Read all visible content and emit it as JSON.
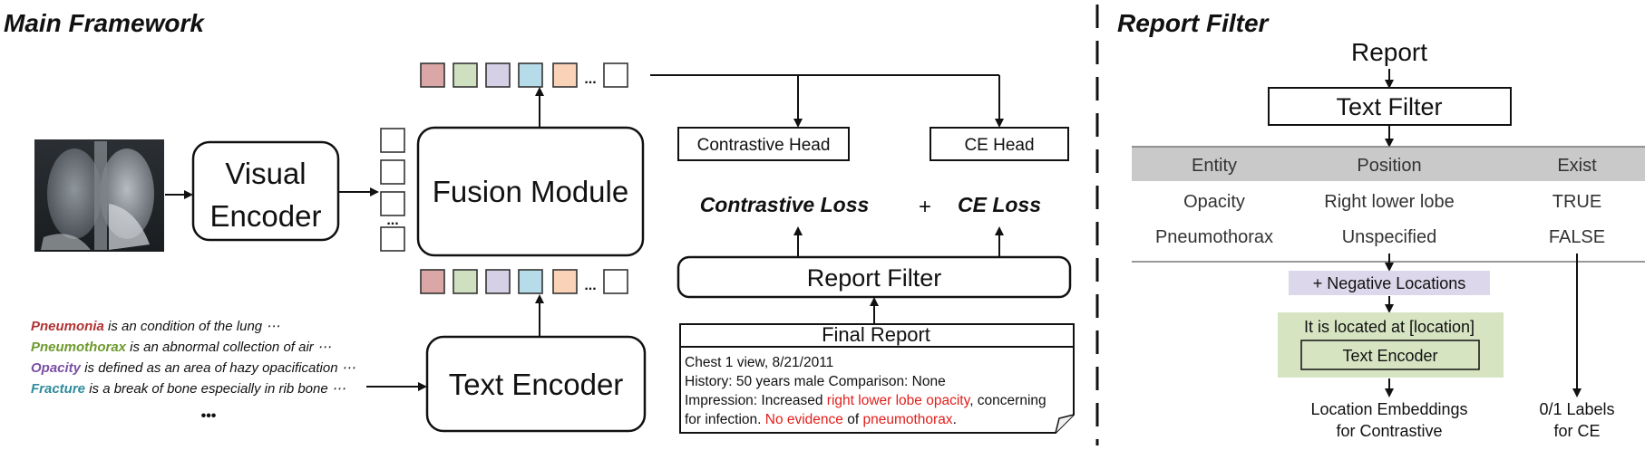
{
  "main_title": "Main Framework",
  "filter_title": "Report Filter",
  "visual_encoder": [
    "Visual",
    "Encoder"
  ],
  "fusion_module": "Fusion Module",
  "text_encoder": "Text Encoder",
  "contrastive_head": "Contrastive Head",
  "ce_head": "CE Head",
  "contrastive_loss": "Contrastive Loss",
  "plus": "+",
  "ce_loss": "CE Loss",
  "report_filter_box": "Report Filter",
  "token_ellipsis": "...",
  "token_colors": [
    "#dba6a6",
    "#cfe0c1",
    "#d6d0e6",
    "#b7dce9",
    "#fad2b7",
    "#ffffff"
  ],
  "descriptions": [
    {
      "term": "Pneumonia",
      "rest": " is an  condition of the lung ⋯",
      "color": "#b13232"
    },
    {
      "term": "Pneumothorax",
      "rest": " is an abnormal collection of air  ⋯",
      "color": "#6e9a2e"
    },
    {
      "term": "Opacity",
      "rest": " is defined as an area of hazy opacification  ⋯",
      "color": "#7c4fa3"
    },
    {
      "term": "Fracture",
      "rest": " is a break of bone especially in rib bone ⋯",
      "color": "#2f8b9c"
    }
  ],
  "desc_ellipsis": "•••",
  "final_report": {
    "title": "Final Report",
    "line1": "Chest 1 view, 8/21/2011",
    "line2": "History: 50 years male   Comparison: None",
    "line3_a": "Impression: Increased ",
    "line3_b": "right lower lobe opacity",
    "line3_c": ", concerning",
    "line4_a": "for infection. ",
    "line4_b": "No evidence",
    "line4_c": " of ",
    "line4_d": "pneumothorax",
    "line4_e": "."
  },
  "right": {
    "report": "Report",
    "text_filter": "Text Filter",
    "table": {
      "headers": [
        "Entity",
        "Position",
        "Exist"
      ],
      "rows": [
        [
          "Opacity",
          "Right lower lobe",
          "TRUE"
        ],
        [
          "Pneumothorax",
          "Unspecified",
          "FALSE"
        ]
      ],
      "header_color": "#c9c9c9"
    },
    "neg_locations": "+ Negative Locations",
    "neg_color": "#dcd7ea",
    "located_at": "It is located at [location]",
    "green_color": "#d6e4c2",
    "text_encoder": "Text Encoder",
    "loc_embed": [
      "Location Embeddings",
      "for Contrastive"
    ],
    "labels": [
      "0/1 Labels",
      "for CE"
    ]
  }
}
